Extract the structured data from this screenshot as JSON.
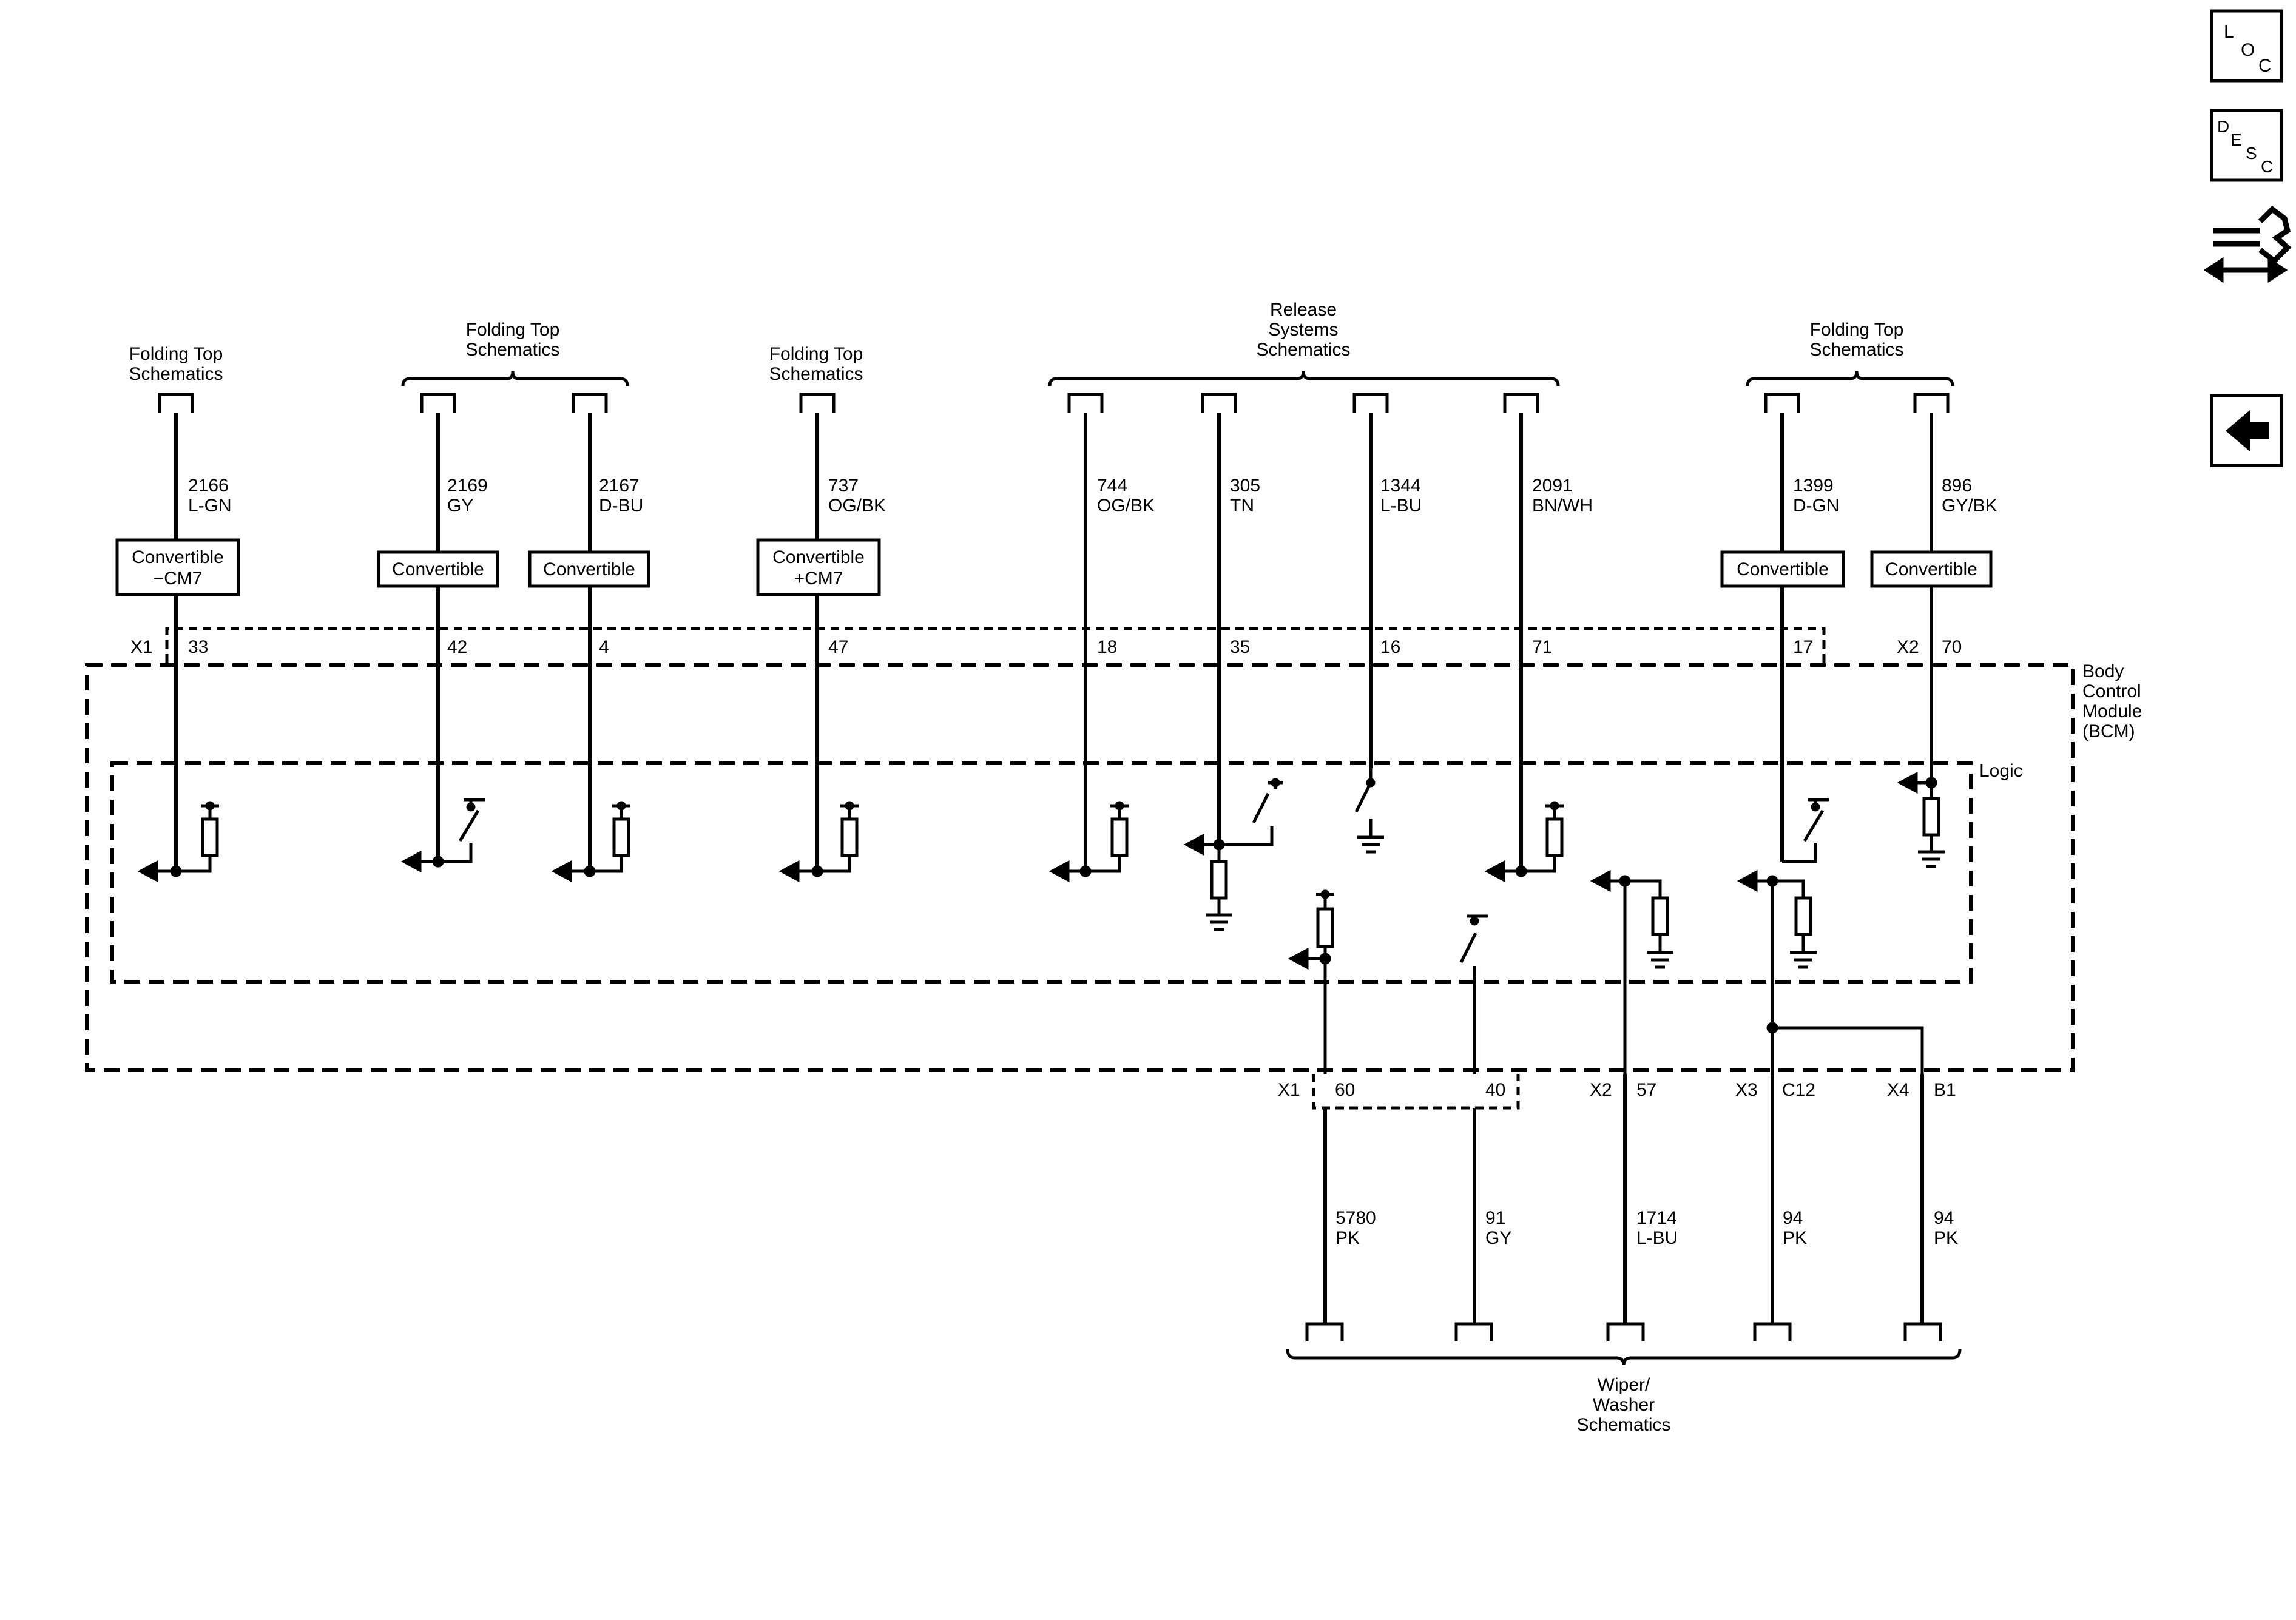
{
  "top_groups": [
    {
      "label": [
        "Folding Top",
        "Schematics"
      ]
    },
    {
      "label": [
        "Folding Top",
        "Schematics"
      ]
    },
    {
      "label": [
        "Folding Top",
        "Schematics"
      ]
    },
    {
      "label": [
        "Release",
        "Systems",
        "Schematics"
      ]
    },
    {
      "label": [
        "Folding Top",
        "Schematics"
      ]
    }
  ],
  "top_wires": [
    {
      "circuit": "2166",
      "color": "L-GN",
      "option": [
        "Convertible",
        "−CM7"
      ],
      "pin": "33"
    },
    {
      "circuit": "2169",
      "color": "GY",
      "option": [
        "Convertible"
      ],
      "pin": "42"
    },
    {
      "circuit": "2167",
      "color": "D-BU",
      "option": [
        "Convertible"
      ],
      "pin": "4"
    },
    {
      "circuit": "737",
      "color": "OG/BK",
      "option": [
        "Convertible",
        "+CM7"
      ],
      "pin": "47"
    },
    {
      "circuit": "744",
      "color": "OG/BK",
      "option": [],
      "pin": "18"
    },
    {
      "circuit": "305",
      "color": "TN",
      "option": [],
      "pin": "35"
    },
    {
      "circuit": "1344",
      "color": "L-BU",
      "option": [],
      "pin": "16"
    },
    {
      "circuit": "2091",
      "color": "BN/WH",
      "option": [],
      "pin": "71"
    },
    {
      "circuit": "1399",
      "color": "D-GN",
      "option": [
        "Convertible"
      ],
      "pin": "17"
    },
    {
      "circuit": "896",
      "color": "GY/BK",
      "option": [
        "Convertible"
      ],
      "pin": "70"
    }
  ],
  "top_connectors": [
    "X1",
    "X2"
  ],
  "module": {
    "name": [
      "Body",
      "Control",
      "Module",
      "(BCM)"
    ],
    "logic_label": "Logic"
  },
  "bottom_wires": [
    {
      "connector": "X1",
      "pin": "60",
      "circuit": "5780",
      "color": "PK"
    },
    {
      "connector": "",
      "pin": "40",
      "circuit": "91",
      "color": "GY"
    },
    {
      "connector": "X2",
      "pin": "57",
      "circuit": "1714",
      "color": "L-BU"
    },
    {
      "connector": "X3",
      "pin": "C12",
      "circuit": "94",
      "color": "PK"
    },
    {
      "connector": "X4",
      "pin": "B1",
      "circuit": "94",
      "color": "PK"
    }
  ],
  "bottom_group": {
    "label": [
      "Wiper/",
      "Washer",
      "Schematics"
    ]
  },
  "nav": {
    "loc": [
      "L",
      "O",
      "C"
    ],
    "desc": [
      "D",
      "E",
      "S",
      "C"
    ],
    "icons": [
      "loc-icon",
      "desc-icon",
      "connector-repair-icon",
      "back-arrow-icon"
    ]
  }
}
